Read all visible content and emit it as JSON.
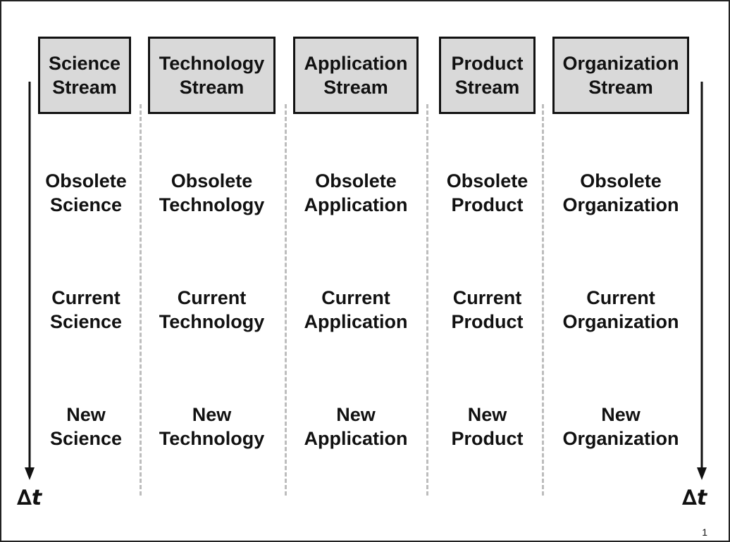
{
  "streams": [
    {
      "header": [
        "Science",
        "Stream"
      ],
      "obsolete": [
        "Obsolete",
        "Science"
      ],
      "current": [
        "Current",
        "Science"
      ],
      "new": [
        "New",
        "Science"
      ]
    },
    {
      "header": [
        "Technology",
        "Stream"
      ],
      "obsolete": [
        "Obsolete",
        "Technology"
      ],
      "current": [
        "Current",
        "Technology"
      ],
      "new": [
        "New",
        "Technology"
      ]
    },
    {
      "header": [
        "Application",
        "Stream"
      ],
      "obsolete": [
        "Obsolete",
        "Application"
      ],
      "current": [
        "Current",
        "Application"
      ],
      "new": [
        "New",
        "Application"
      ]
    },
    {
      "header": [
        "Product",
        "Stream"
      ],
      "obsolete": [
        "Obsolete",
        "Product"
      ],
      "current": [
        "Current",
        "Product"
      ],
      "new": [
        "New",
        "Product"
      ]
    },
    {
      "header": [
        "Organization",
        "Stream"
      ],
      "obsolete": [
        "Obsolete",
        "Organization"
      ],
      "current": [
        "Current",
        "Organization"
      ],
      "new": [
        "New",
        "Organization"
      ]
    }
  ],
  "time_axis": {
    "left_label": {
      "symbol": "∆",
      "variable": "t"
    },
    "right_label": {
      "symbol": "∆",
      "variable": "t"
    }
  },
  "page_number": "1"
}
